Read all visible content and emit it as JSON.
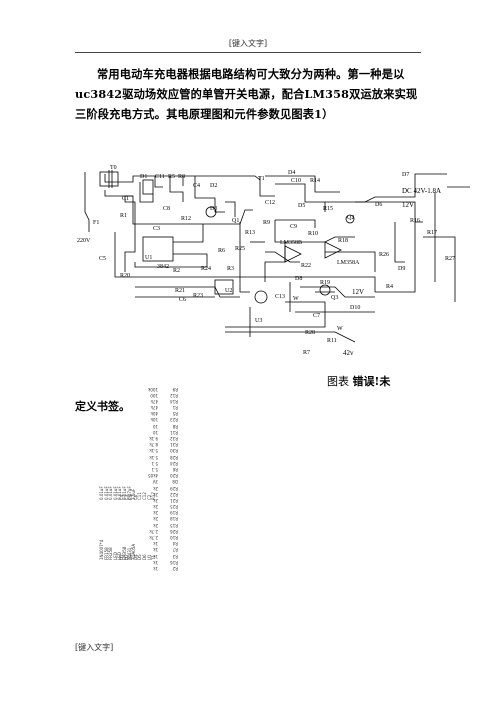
{
  "header": {
    "text": "[键入文字]"
  },
  "footer": {
    "text": "[键入文字]"
  },
  "intro": {
    "text": "常用电动车充电器根据电路结构可大致分为两种。第一种是以uc3842驱动场效应管的单管开关电源，配合LM358双运放来实现三阶段充电方式。其电原理图和元件参数见图表1）"
  },
  "caption": {
    "label": "图表",
    "error": "错误!未",
    "continued": "定义书签。"
  },
  "schematic": {
    "labels": {
      "t0": "T0",
      "f1": "F1",
      "v220": "220V",
      "r1": "R1",
      "c1": "C1",
      "c3": "C3",
      "c5": "C5",
      "d1": "D1",
      "c11": "C11",
      "r5": "R5",
      "r8": "R8",
      "c8": "C8",
      "r12": "R12",
      "c4": "C4",
      "d2": "D2",
      "d3": "D3",
      "q1": "Q1",
      "r6": "R6",
      "r24": "R24",
      "r2": "R2",
      "r3": "R3",
      "r23": "R23",
      "c6": "C6",
      "u1": "U1",
      "ic3842": "3842",
      "r20": "R20",
      "r21": "R21",
      "u2": "U2",
      "u3": "U3",
      "t1": "T1",
      "d4": "D4",
      "c10": "C10",
      "r14": "R14",
      "c12": "C12",
      "d5": "D5",
      "c9": "C9",
      "r15": "R15",
      "r9": "R9",
      "r13": "R13",
      "r25": "R25",
      "lm358b": "LM358B",
      "r10": "R10",
      "r18": "R18",
      "q2": "Q2",
      "d6": "D6",
      "d7": "D7",
      "dc": "DC 42V-1.8A",
      "v12a": "12V",
      "r16": "R16",
      "r17": "R17",
      "lm358a": "LM358A",
      "r26": "R26",
      "d9": "D9",
      "r4": "R4",
      "r27": "R27",
      "r22": "R22",
      "d8": "D8",
      "c13": "C13",
      "w1": "W",
      "c7": "C7",
      "r19": "R19",
      "q3": "Q3",
      "d10": "D10",
      "v12b": "12V",
      "r28": "R28",
      "w2": "W",
      "r11": "R11",
      "r7": "R7",
      "v42": "42v"
    }
  },
  "parts_table": {
    "columns": [
      [
        "1N4007*4",
        "FR158",
        "FR258",
        "LED",
        "LED",
        "LM358",
        "TL431",
        "TOA05A"
      ],
      [
        "D1",
        "D2",
        "D3",
        "D4",
        "D5",
        "D6",
        "U1",
        "T1"
      ],
      [
        "0.01uF",
        "0.01uF",
        "0.01uF",
        "0.01uF",
        "0.01uF",
        "0.01uF",
        "0.47uF",
        "1.5uF"
      ],
      [
        "C4",
        "C3",
        "C5",
        "C6",
        "C11",
        "C12",
        "C2",
        "R17"
      ],
      [
        "1k",
        "1k",
        "1k",
        "1k",
        "1k",
        "2.7k",
        "2.7k",
        "2k",
        "2k",
        "2k",
        "2k",
        "2k",
        "2k",
        "2k",
        "3V",
        "4k05",
        "5.1",
        "5.1",
        "5.1k",
        "5.1k",
        "8.7k",
        "9.1k",
        "10",
        "10",
        "10k",
        "40k",
        "47k",
        "47k",
        "100",
        "100k"
      ],
      [
        "R2",
        "R16",
        "R3",
        "R7",
        "R4",
        "R10",
        "R26",
        "R15",
        "R18",
        "R19",
        "R25",
        "R21",
        "R22",
        "R29",
        "D8",
        "R20",
        "R6",
        "R24",
        "R28",
        "R30",
        "R31",
        "R32",
        "R11",
        "R8",
        "R23",
        "R5",
        "R1",
        "R14",
        "R12",
        "R9"
      ]
    ]
  }
}
